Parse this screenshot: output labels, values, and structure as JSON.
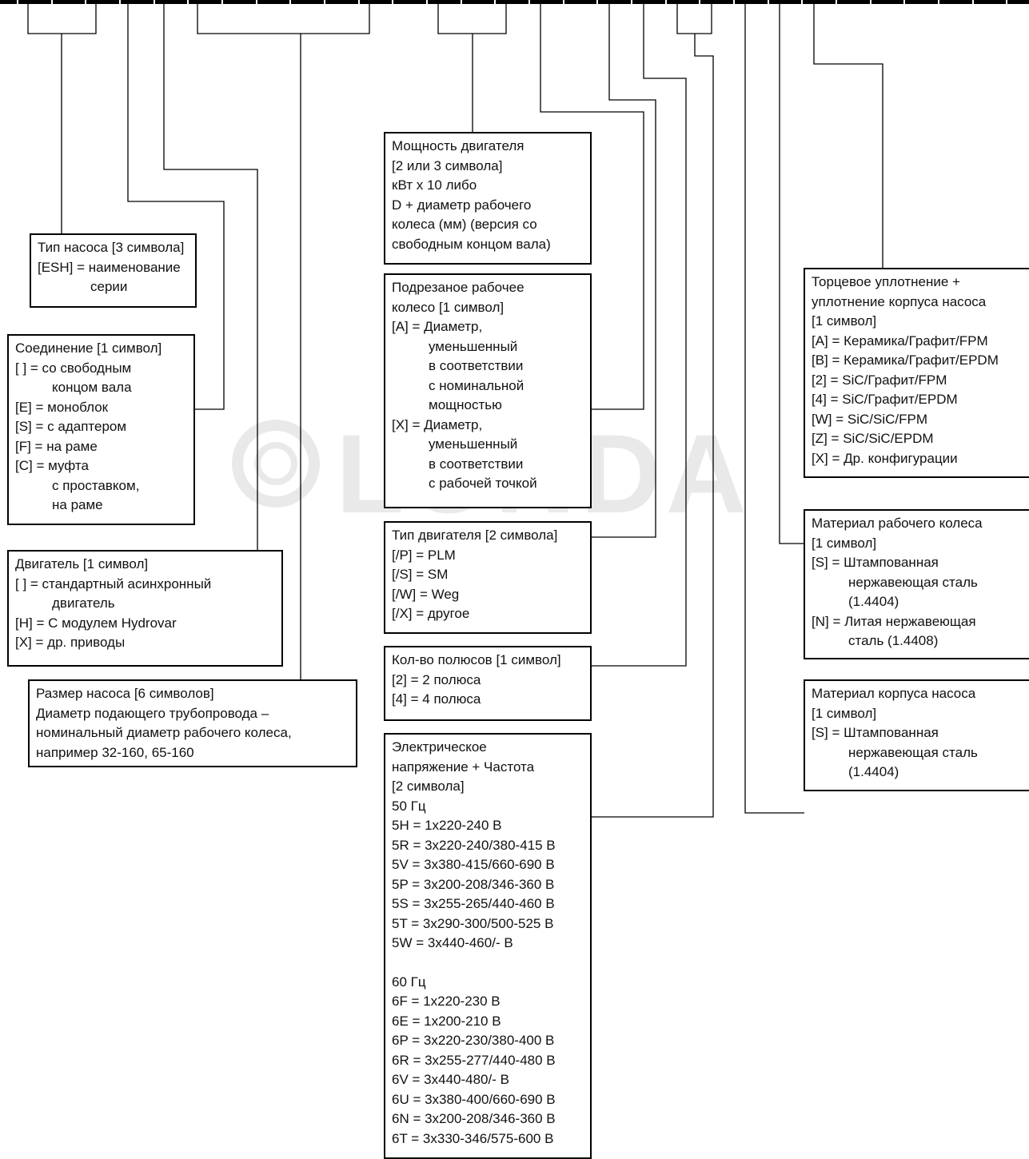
{
  "watermark": "LUNDA",
  "boxes": {
    "pump_type": {
      "lines": [
        "Тип насоса [3 символа]",
        "[ESH] = наименование",
        "серии"
      ]
    },
    "connection": {
      "lines": [
        "Соединение [1 символ]",
        "[ ] = со свободным",
        "концом вала",
        "[E] = моноблок",
        "[S] = с адаптером",
        "[F] = на раме",
        "[C] = муфта",
        "с проставком,",
        "на раме"
      ]
    },
    "motor": {
      "lines": [
        "Двигатель [1 символ]",
        "[ ] = стандартный асинхронный",
        "двигатель",
        "[H] = С модулем Hydrovar",
        "[X] = др. приводы"
      ]
    },
    "pump_size": {
      "lines": [
        "Размер насоса [6 символов]",
        "Диаметр подающего трубопровода –",
        "номинальный диаметр рабочего колеса,",
        "например 32-160, 65-160"
      ]
    },
    "motor_power": {
      "lines": [
        "Мощность двигателя",
        "[2 или 3 символа]",
        "кВт x 10 либо",
        "D + диаметр рабочего",
        "колеса (мм) (версия со",
        "свободным концом вала)"
      ]
    },
    "trimmed_impeller": {
      "lines": [
        "Подрезаное рабочее",
        "колесо [1 символ]",
        "[A] = Диаметр,",
        "уменьшенный",
        "в соответствии",
        "с номинальной",
        "мощностью",
        "[X] = Диаметр,",
        "уменьшенный",
        "в соответствии",
        "с рабочей точкой"
      ]
    },
    "motor_type": {
      "lines": [
        "Тип двигателя [2 символа]",
        "[/P] = PLM",
        "[/S] = SM",
        "[/W] = Weg",
        "[/X] = другое"
      ]
    },
    "poles": {
      "lines": [
        "Кол-во полюсов [1 символ]",
        "[2] = 2 полюса",
        "[4] = 4 полюса"
      ]
    },
    "voltage": {
      "lines": [
        "Электрическое",
        "напряжение + Частота",
        "[2 символа]",
        "50 Гц",
        "5H = 1x220-240 В",
        "5R = 3x220-240/380-415 В",
        "5V = 3x380-415/660-690 В",
        "5P = 3x200-208/346-360 В",
        "5S = 3x255-265/440-460 В",
        "5T = 3x290-300/500-525 В",
        "5W = 3x440-460/- В",
        "",
        "60 Гц",
        "6F = 1x220-230 В",
        "6E = 1x200-210 В",
        "6P = 3x220-230/380-400 В",
        "6R = 3x255-277/440-480 В",
        "6V = 3x440-480/- В",
        "6U = 3x380-400/660-690 В",
        "6N = 3x200-208/346-360 В",
        "6T = 3x330-346/575-600 В"
      ]
    },
    "mech_seal": {
      "lines": [
        "Торцевое уплотнение +",
        "уплотнение корпуса насоса",
        "[1 символ]",
        "[A] = Керамика/Графит/FPM",
        "[B] = Керамика/Графит/EPDM",
        "[2] = SiC/Графит/FPM",
        "[4] = SiC/Графит/EPDM",
        "[W] = SiC/SiC/FPM",
        "[Z] = SiC/SiC/EPDM",
        "[X] = Др. конфигурации"
      ]
    },
    "impeller_material": {
      "lines": [
        "Материал рабочего колеса",
        "[1 символ]",
        "[S] = Штампованная",
        "нержавеющая сталь",
        "(1.4404)",
        "[N] = Литая нержавеющая",
        "сталь (1.4408)"
      ]
    },
    "casing_material": {
      "lines": [
        "Материал корпуса насоса",
        "[1 символ]",
        "[S] = Штампованная",
        "нержавеющая сталь",
        "(1.4404)"
      ]
    }
  }
}
